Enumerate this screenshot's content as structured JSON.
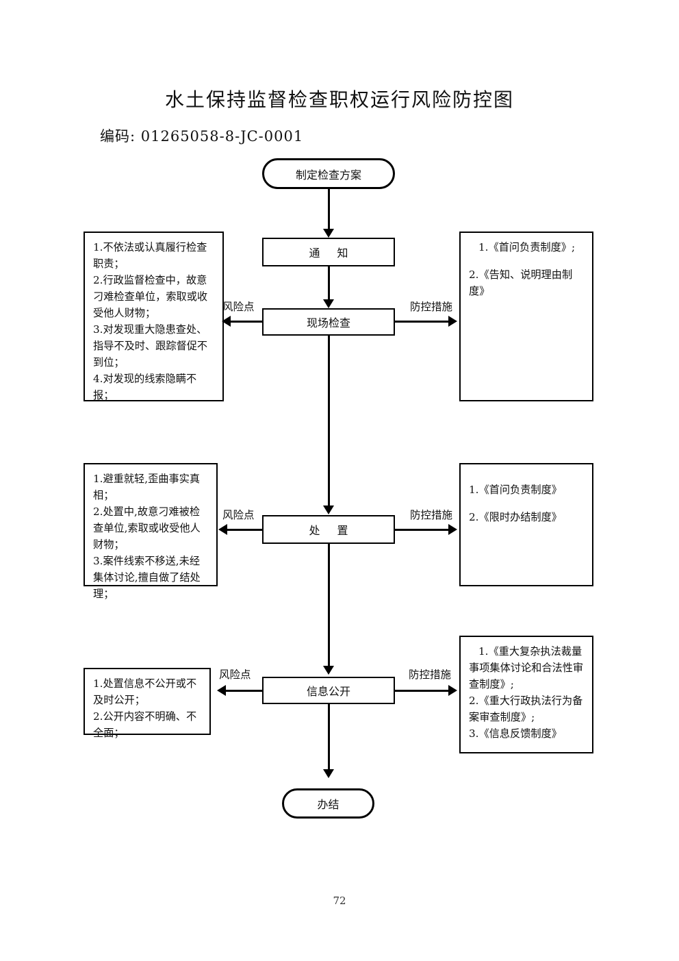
{
  "document": {
    "title": "水土保持监督检查职权运行风险防控图",
    "code": "编码: 01265058-8-JC-0001",
    "page_number": "72"
  },
  "flow": {
    "nodes": [
      {
        "id": "start",
        "label": "制定检查方案",
        "shape": "terminator"
      },
      {
        "id": "notice",
        "label": "通  知",
        "shape": "process"
      },
      {
        "id": "onsite",
        "label": "现场检查",
        "shape": "process"
      },
      {
        "id": "disposal",
        "label": "处  置",
        "shape": "process"
      },
      {
        "id": "disclosure",
        "label": "信息公开",
        "shape": "process"
      },
      {
        "id": "end",
        "label": "办结",
        "shape": "terminator"
      }
    ],
    "edge_labels": {
      "risk": "风险点",
      "measure": "防控措施"
    }
  },
  "risk_panels": [
    {
      "for_node": "onsite",
      "lines": [
        "1.不依法或认真履行检查职责；",
        "2.行政监督检查中，故意刁难检查单位，索取或收受他人财物；",
        "3.对发现重大隐患查处、指导不及时、跟踪督促不到位；",
        "4.对发现的线索隐瞒不报；"
      ]
    },
    {
      "for_node": "disposal",
      "lines": [
        "1.避重就轻,歪曲事实真相；",
        "2.处置中,故意刁难被检查单位,索取或收受他人财物；",
        "3.案件线索不移送,未经集体讨论,擅自做了结处理；"
      ]
    },
    {
      "for_node": "disclosure",
      "lines": [
        "1.处置信息不公开或不及时公开；",
        "2.公开内容不明确、不全面；"
      ]
    }
  ],
  "measure_panels": [
    {
      "for_node": "onsite",
      "lines": [
        "1.《首问负责制度》;",
        "2.《告知、说明理由制度》"
      ]
    },
    {
      "for_node": "disposal",
      "lines": [
        "1.《首问负责制度》",
        "2.《限时办结制度》"
      ]
    },
    {
      "for_node": "disclosure",
      "lines": [
        "1.《重大复杂执法裁量事项集体讨论和合法性审查制度》;",
        "2.《重大行政执法行为备案审查制度》;",
        "3.《信息反馈制度》"
      ]
    }
  ]
}
